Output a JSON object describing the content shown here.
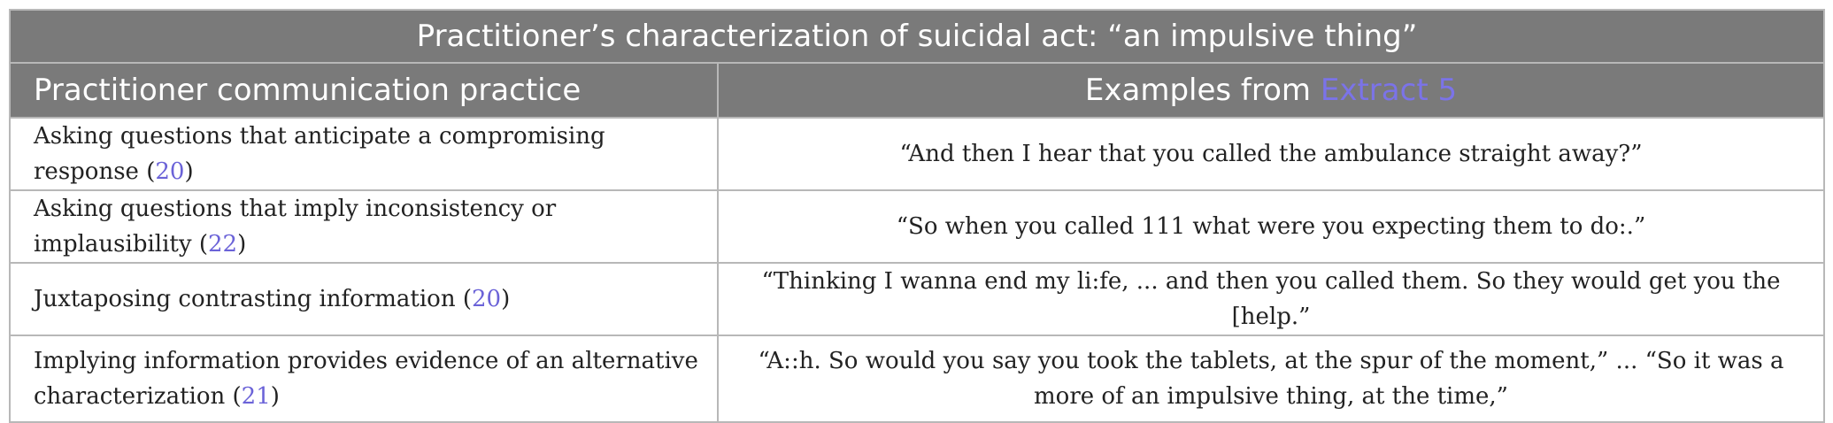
{
  "table": {
    "title": "Practitioner’s characterization of suicidal act: “an impulsive thing”",
    "headers": {
      "col1": "Practitioner communication practice",
      "col2_prefix": "Examples from ",
      "col2_ref": "Extract 5"
    },
    "rows": [
      {
        "practice": "Asking questions that anticipate a compromising response (",
        "ref": "20",
        "close": ")",
        "example": "“And then I hear that you called the ambulance straight away?”"
      },
      {
        "practice": "Asking questions that imply inconsistency or implausibility (",
        "ref": "22",
        "close": ")",
        "example": "“So when you called 111 what were you expecting them to do:.”"
      },
      {
        "practice": "Juxtaposing contrasting information (",
        "ref": "20",
        "close": ")",
        "example": "“Thinking I wanna end my li:fe, ... and then you called them. So they would get you the [help.”"
      },
      {
        "practice": "Implying information provides evidence of an alternative characterization (",
        "ref": "21",
        "close": ")",
        "example": "“A::h. So would you say you took the tablets, at the spur of the moment,” ... “So it was a more of an impulsive thing, at the time,”"
      }
    ],
    "colors": {
      "header_bg": "#7a7a7a",
      "header_text": "#ffffff",
      "reference_link": "#6b63d8",
      "border": "#b8b8b8"
    }
  }
}
